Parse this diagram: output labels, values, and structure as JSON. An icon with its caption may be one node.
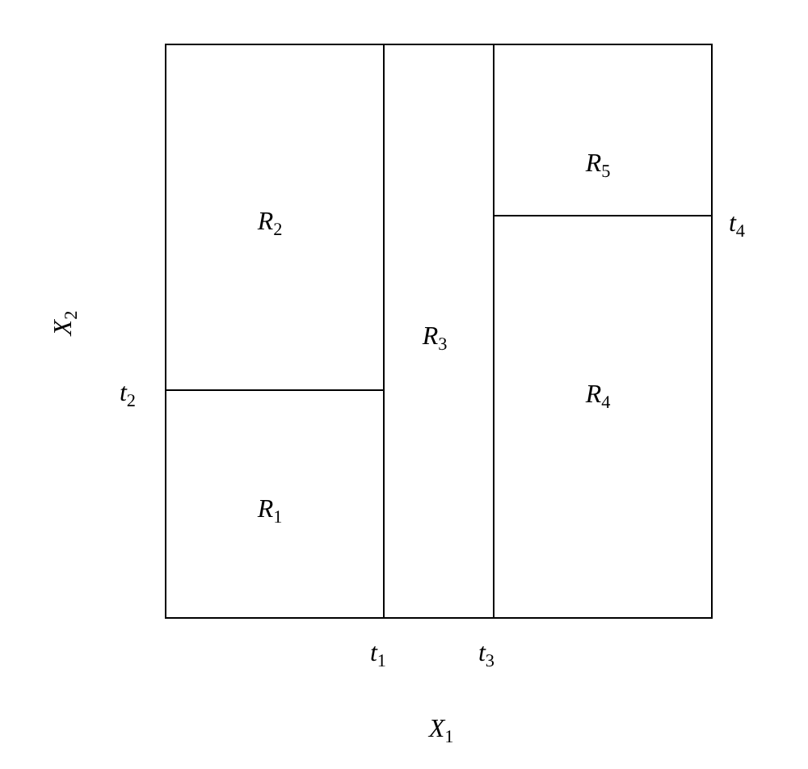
{
  "diagram": {
    "nodes": [
      {
        "text": [
          "*R*$_{2}$"
        ]
      },
      {
        "text": [
          "*R*$_{3}$"
        ]
      },
      {
        "text": [
          "*R*$_{5}$"
        ]
      },
      {
        "text": [
          "*R*$_{4}$"
        ]
      },
      {
        "text": [
          "*R*$_{1}$"
        ]
      }
    ],
    "labels": [
      "*t*$_{4}$",
      "*X*$_{2}$",
      "*t*$_{2}$",
      "*t*$_{1}$",
      "*t*$_{3}$",
      "*X*$_{1}$"
    ]
  }
}
